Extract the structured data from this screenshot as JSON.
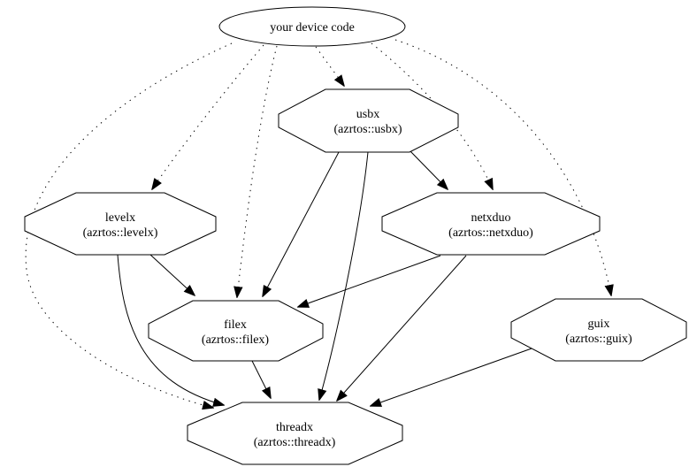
{
  "diagram": {
    "type": "dependency-graph",
    "background_color": "#ffffff",
    "stroke_color": "#000000",
    "root_node": {
      "id": "device-code",
      "label": "your device code",
      "shape": "ellipse"
    },
    "nodes": [
      {
        "id": "usbx",
        "name": "usbx",
        "package": "(azrtos::usbx)",
        "shape": "octagon"
      },
      {
        "id": "levelx",
        "name": "levelx",
        "package": "(azrtos::levelx)",
        "shape": "octagon"
      },
      {
        "id": "netxduo",
        "name": "netxduo",
        "package": "(azrtos::netxduo)",
        "shape": "octagon"
      },
      {
        "id": "filex",
        "name": "filex",
        "package": "(azrtos::filex)",
        "shape": "octagon"
      },
      {
        "id": "guix",
        "name": "guix",
        "package": "(azrtos::guix)",
        "shape": "octagon"
      },
      {
        "id": "threadx",
        "name": "threadx",
        "package": "(azrtos::threadx)",
        "shape": "octagon"
      }
    ],
    "edges": [
      {
        "from": "your device code",
        "to": "usbx",
        "style": "dotted"
      },
      {
        "from": "your device code",
        "to": "levelx",
        "style": "dotted"
      },
      {
        "from": "your device code",
        "to": "netxduo",
        "style": "dotted"
      },
      {
        "from": "your device code",
        "to": "filex",
        "style": "dotted"
      },
      {
        "from": "your device code",
        "to": "guix",
        "style": "dotted"
      },
      {
        "from": "your device code",
        "to": "threadx",
        "style": "dotted"
      },
      {
        "from": "usbx",
        "to": "netxduo",
        "style": "solid"
      },
      {
        "from": "usbx",
        "to": "filex",
        "style": "solid"
      },
      {
        "from": "usbx",
        "to": "threadx",
        "style": "solid"
      },
      {
        "from": "levelx",
        "to": "filex",
        "style": "solid"
      },
      {
        "from": "levelx",
        "to": "threadx",
        "style": "solid"
      },
      {
        "from": "netxduo",
        "to": "filex",
        "style": "solid"
      },
      {
        "from": "netxduo",
        "to": "threadx",
        "style": "solid"
      },
      {
        "from": "filex",
        "to": "threadx",
        "style": "solid"
      },
      {
        "from": "guix",
        "to": "threadx",
        "style": "solid"
      }
    ]
  }
}
